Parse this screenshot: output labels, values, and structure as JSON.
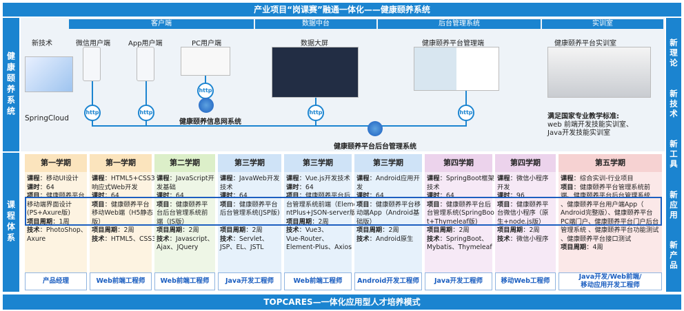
{
  "title": "产业项目“岗课赛”融通一体化——健康颐养系统",
  "left_top": "健康颐养系统",
  "left_bottom": "课程体系",
  "right": [
    "新理论",
    "新技术",
    "新工具",
    "新应用",
    "新产品"
  ],
  "sections": {
    "client": "客户端",
    "data": "数据中台",
    "admin": "后台管理系统",
    "lab": "实训室"
  },
  "top": {
    "new_tech": "新技术",
    "springcloud": "SpringCloud",
    "wechat": "微信用户端",
    "app": "App用户端",
    "pc": "PC用户端",
    "bigscreen": "数据大屏",
    "admin_end": "健康颐养平台管理端",
    "lab_title": "健康颐养平台实训室",
    "http": "http",
    "info_sys": "健康颐养信息网系统",
    "backend_sys": "健康颐养平台后台管理系统",
    "lab_text": [
      "满足国家专业教学标准:",
      "web 前端开发技能实训室、",
      "Java开发技能实训室"
    ]
  },
  "columns": [
    {
      "head": "第一学期",
      "lines": [
        "<b>课程</b>：移动UI设计",
        "<b>课时</b>：64",
        "<b>项目</b>：健康颐养平台",
        "移动端界面设计",
        "(PS+Axure版)",
        "<b>项目周期</b>：1周",
        "<b>技术</b>：PhotoShop、",
        "Axure"
      ],
      "bg": "#fdf3e1",
      "hbg": "#fbe4bd"
    },
    {
      "head": "第一学期",
      "lines": [
        "<b>课程</b>：HTML5+CSS3",
        "响应式Web开发",
        "<b>课时</b>：64",
        "<b>项目</b>：健康颐养平台",
        "移动Web端（H5静态",
        "版）",
        "<b>项目周期</b>：2周",
        "<b>技术</b>：HTML5、CSS3"
      ],
      "bg": "#fdf3e1",
      "hbg": "#fbe4bd"
    },
    {
      "head": "第二学期",
      "lines": [
        "<b>课程</b>：JavaScript开",
        "发基础",
        "<b>课时</b>：64",
        "<b>项目</b>：健康颐养平",
        "台后台管理系统前",
        "端（JS版）",
        "<b>项目周期</b>：2周",
        "<b>技术</b>：Javascript、",
        "Ajax、JQuery"
      ],
      "bg": "#eef6e6",
      "hbg": "#dcefc9"
    },
    {
      "head": "第三学期",
      "lines": [
        "<b>课程</b>：JavaWeb开发",
        "技术",
        "<b>课时</b>：64",
        "<b>项目</b>：健康颐养平台",
        "后台管理系统(JSP版)",
        "",
        "<b>项目周期</b>：2周",
        "<b>技术</b>：Servlet、",
        "JSP、EL、JSTL"
      ],
      "bg": "#e6f1fb",
      "hbg": "#cfe3f7"
    },
    {
      "head": "第三学期",
      "lines": [
        "<b>课程</b>：Vue.js开发技术",
        "<b>课时</b>：64",
        "<b>项目</b>：健康颐养平台后",
        "台管理系统前端（Eleme",
        "ntPlus+JSON-server版）",
        "<b>项目周期</b>：2周",
        "<b>技术</b>：Vue3、",
        "Vue-Router、",
        "Element-Plus、Axios"
      ],
      "bg": "#e6f1fb",
      "hbg": "#cfe3f7"
    },
    {
      "head": "第三学期",
      "lines": [
        "<b>课程</b>：Android应用开",
        "发",
        "<b>课时</b>：64",
        "<b>项目</b>：健康颐养平台移",
        "动端App（Android基",
        "础版）",
        "<b>项目周期</b>：2周",
        "<b>技术</b>：Android原生"
      ],
      "bg": "#e6f1fb",
      "hbg": "#cfe3f7"
    },
    {
      "head": "第四学期",
      "lines": [
        "<b>课程</b>：SpringBoot框架",
        "技术",
        "<b>课时</b>：64",
        "<b>项目</b>：健康颐养平台后",
        "台管理系统(SpringBoo",
        "t+Thymeleaf版)",
        "<b>项目周期</b>：2周",
        "<b>技术</b>：SpringBoot、",
        "Mybatis、Thymeleaf"
      ],
      "bg": "#f6e9f6",
      "hbg": "#ecd3ec"
    },
    {
      "head": "第四学期",
      "lines": [
        "<b>课程</b>：微信小程序",
        "开发",
        "<b>课时</b>：96",
        "<b>项目</b>：健康颐养平",
        "台微信小程序（原",
        "生+node.js版）",
        "<b>项目周期</b>：2周",
        "<b>技术</b>：微信小程序"
      ],
      "bg": "#f6e9f6",
      "hbg": "#ecd3ec"
    },
    {
      "head": "第五学期",
      "lines": [
        "<b>课程</b>：综合实训-行业项目",
        "<b>项目</b>：健康颐养平台管理系统前",
        "端、健康颐养平台后台管理系统",
        "、健康颐养平台用户端App（",
        "Android完整版）、健康颐养平台",
        "PC端门户、健康颐养平台门户后台",
        "管理系统 、健康颐养平台功能测试",
        "、健康颐养平台接口测试",
        "<b>项目周期</b>：4周"
      ],
      "bg": "#fbe8e8",
      "hbg": "#f6d2d2"
    }
  ],
  "roles": [
    "产品经理",
    "Web前端工程师",
    "Web前端工程师",
    "Java开发工程师",
    "Web前端工程师",
    "Android开发工程师",
    "Java开发工程师",
    "移动Web工程师",
    "Java开发/Web前端/\n移动应用开发工程师"
  ],
  "footer": "TOPCARES—一体化应用型人才培养模式"
}
